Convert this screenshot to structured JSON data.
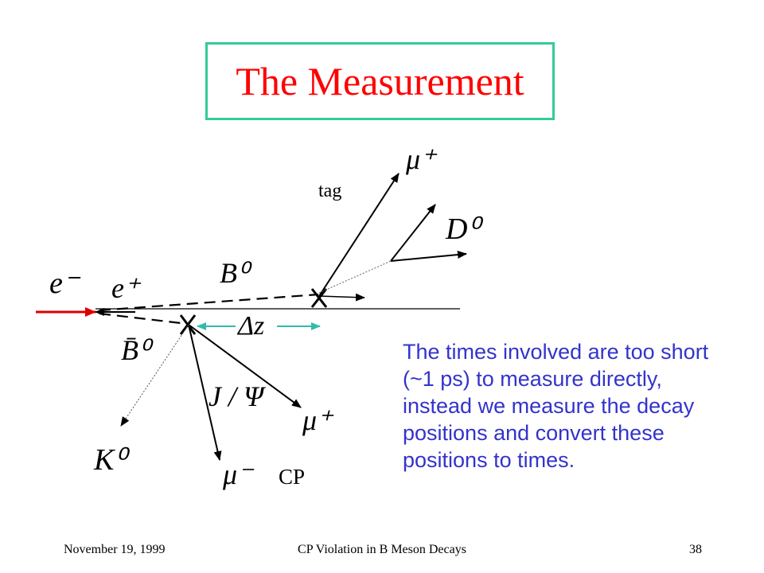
{
  "title": "The Measurement",
  "colors": {
    "title": "#ff0000",
    "title_border": "#33cc99",
    "caption": "#3333cc",
    "beam": "#dd0000",
    "delta_z_arrow": "#33bbaa"
  },
  "diagram": {
    "labels": {
      "e_minus": "e⁻",
      "e_plus": "e⁺",
      "b0": "B⁰",
      "b0bar": "B̄⁰",
      "tag": "tag",
      "mu_plus_top": "μ⁺",
      "d0": "D⁰",
      "delta_z": "Δz",
      "j_psi": "J / Ψ",
      "mu_plus_bottom": "μ⁺",
      "mu_minus": "μ⁻",
      "k0": "K⁰",
      "cp": "CP"
    }
  },
  "caption": "The times involved are too short (~1 ps) to measure directly, instead we measure the decay positions and convert these positions to times.",
  "footer": {
    "date": "November 19, 1999",
    "title": "CP Violation in B Meson Decays",
    "page": "38"
  }
}
